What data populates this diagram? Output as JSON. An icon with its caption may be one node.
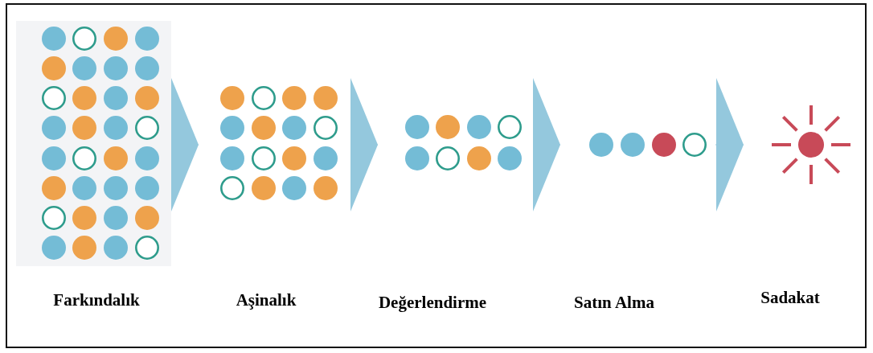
{
  "diagram": {
    "nodes": [
      {
        "text": [
          "Farkındalık"
        ]
      },
      {
        "text": [
          "Aşinalık"
        ]
      },
      {
        "text": [
          "Değerlendirme"
        ]
      },
      {
        "text": [
          "Satın Alma"
        ]
      },
      {
        "text": [
          "Sadakat"
        ]
      }
    ],
    "edges": [
      {
        "from": 0,
        "to": 1,
        "arrow": "to"
      },
      {
        "from": 1,
        "to": 2,
        "arrow": "to"
      },
      {
        "from": 2,
        "to": 3,
        "arrow": "to"
      },
      {
        "from": 3,
        "to": 4,
        "arrow": "to"
      }
    ]
  }
}
